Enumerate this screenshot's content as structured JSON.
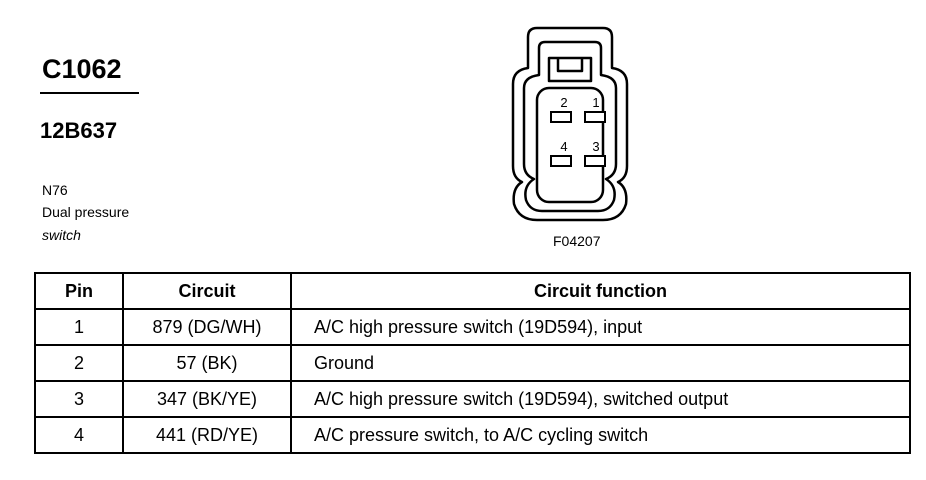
{
  "connector": {
    "code": "C1062",
    "part_number": "12B637",
    "component_id": "N76",
    "component_desc_line1": "Dual pressure",
    "component_desc_line2": "switch"
  },
  "diagram": {
    "pin_labels": [
      "2",
      "1",
      "4",
      "3"
    ],
    "figure_label": "F04207"
  },
  "table": {
    "headers": {
      "pin": "Pin",
      "circuit": "Circuit",
      "function": "Circuit function"
    },
    "rows": [
      {
        "pin": "1",
        "circuit": "879 (DG/WH)",
        "function": "A/C high pressure switch (19D594), input"
      },
      {
        "pin": "2",
        "circuit": "57 (BK)",
        "function": "Ground"
      },
      {
        "pin": "3",
        "circuit": "347 (BK/YE)",
        "function": "A/C high pressure switch (19D594), switched output"
      },
      {
        "pin": "4",
        "circuit": "441 (RD/YE)",
        "function": "A/C pressure switch, to A/C cycling switch"
      }
    ]
  }
}
